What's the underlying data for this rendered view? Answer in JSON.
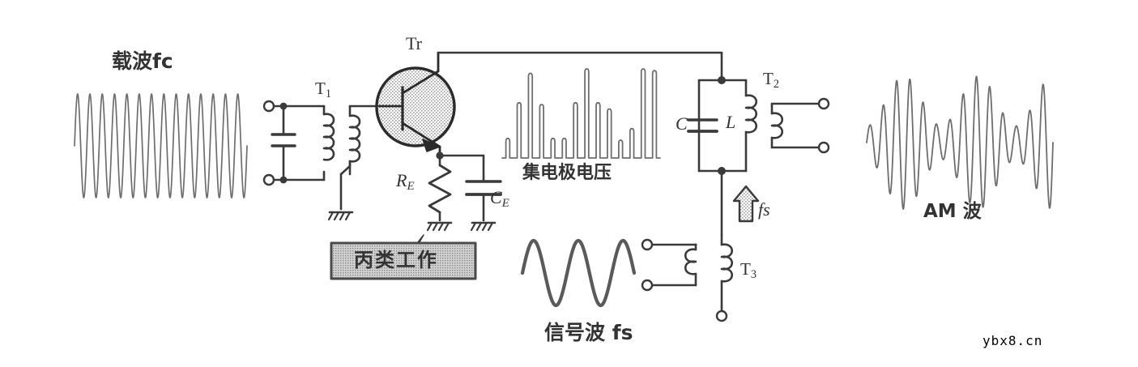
{
  "figure": {
    "title_carrier": "载波fc",
    "title_collector": "集电极电压",
    "title_signal": "信号波 fs",
    "title_am": "AM 波",
    "watermark": "ybx8.cn"
  },
  "components": {
    "transistor": "Tr",
    "transformer_t1": "T",
    "transformer_t1_sub": "1",
    "transformer_t2": "T",
    "transformer_t2_sub": "2",
    "transformer_t3": "T",
    "transformer_t3_sub": "3",
    "resistor_re": "R",
    "resistor_re_sub": "E",
    "capacitor_ce": "C",
    "capacitor_ce_sub": "E",
    "tank_capacitor": "C",
    "tank_inductor": "L",
    "arrow_label": "fs"
  },
  "annotation_box": {
    "text": "丙类工作"
  },
  "colors": {
    "ink": "#3a3a3a",
    "ink_dark": "#2b2b2b",
    "stipple": "#b8b8b8",
    "box_fill": "#c9c9c9",
    "background": "#ffffff"
  },
  "chart_data": [
    {
      "type": "line",
      "name": "carrier-waveform",
      "title": "载波fc",
      "description": "Constant-amplitude high-frequency carrier sine wave",
      "cycles": 14,
      "amplitude": 1.0,
      "envelope": "constant",
      "xlabel": "",
      "ylabel": "",
      "ylim": [
        -1,
        1
      ]
    },
    {
      "type": "line",
      "name": "collector-voltage-waveform",
      "title": "集电极电压",
      "description": "Class-C collector current pulses, heights follow modulating envelope",
      "pulse_heights": [
        0.22,
        0.62,
        0.95,
        0.6,
        0.22,
        0.22,
        0.62,
        1.0,
        0.62,
        0.55,
        0.2,
        0.33,
        1.0,
        0.98
      ],
      "pulse_count": 14,
      "xlabel": "",
      "ylabel": "",
      "ylim": [
        0,
        1
      ]
    },
    {
      "type": "line",
      "name": "signal-waveform",
      "title": "信号波 fs",
      "description": "Low-frequency modulating sine wave",
      "cycles": 2.5,
      "amplitude": 1.0,
      "envelope": "constant",
      "xlabel": "",
      "ylabel": "",
      "ylim": [
        -1,
        1
      ]
    },
    {
      "type": "line",
      "name": "am-waveform",
      "title": "AM 波",
      "description": "Amplitude-modulated carrier: carrier amplitude varies with signal envelope",
      "carrier_cycles": 14,
      "envelope_cycles": 2.5,
      "modulation_depth": 0.6,
      "xlabel": "",
      "ylabel": "",
      "ylim": [
        -1,
        1
      ]
    }
  ]
}
